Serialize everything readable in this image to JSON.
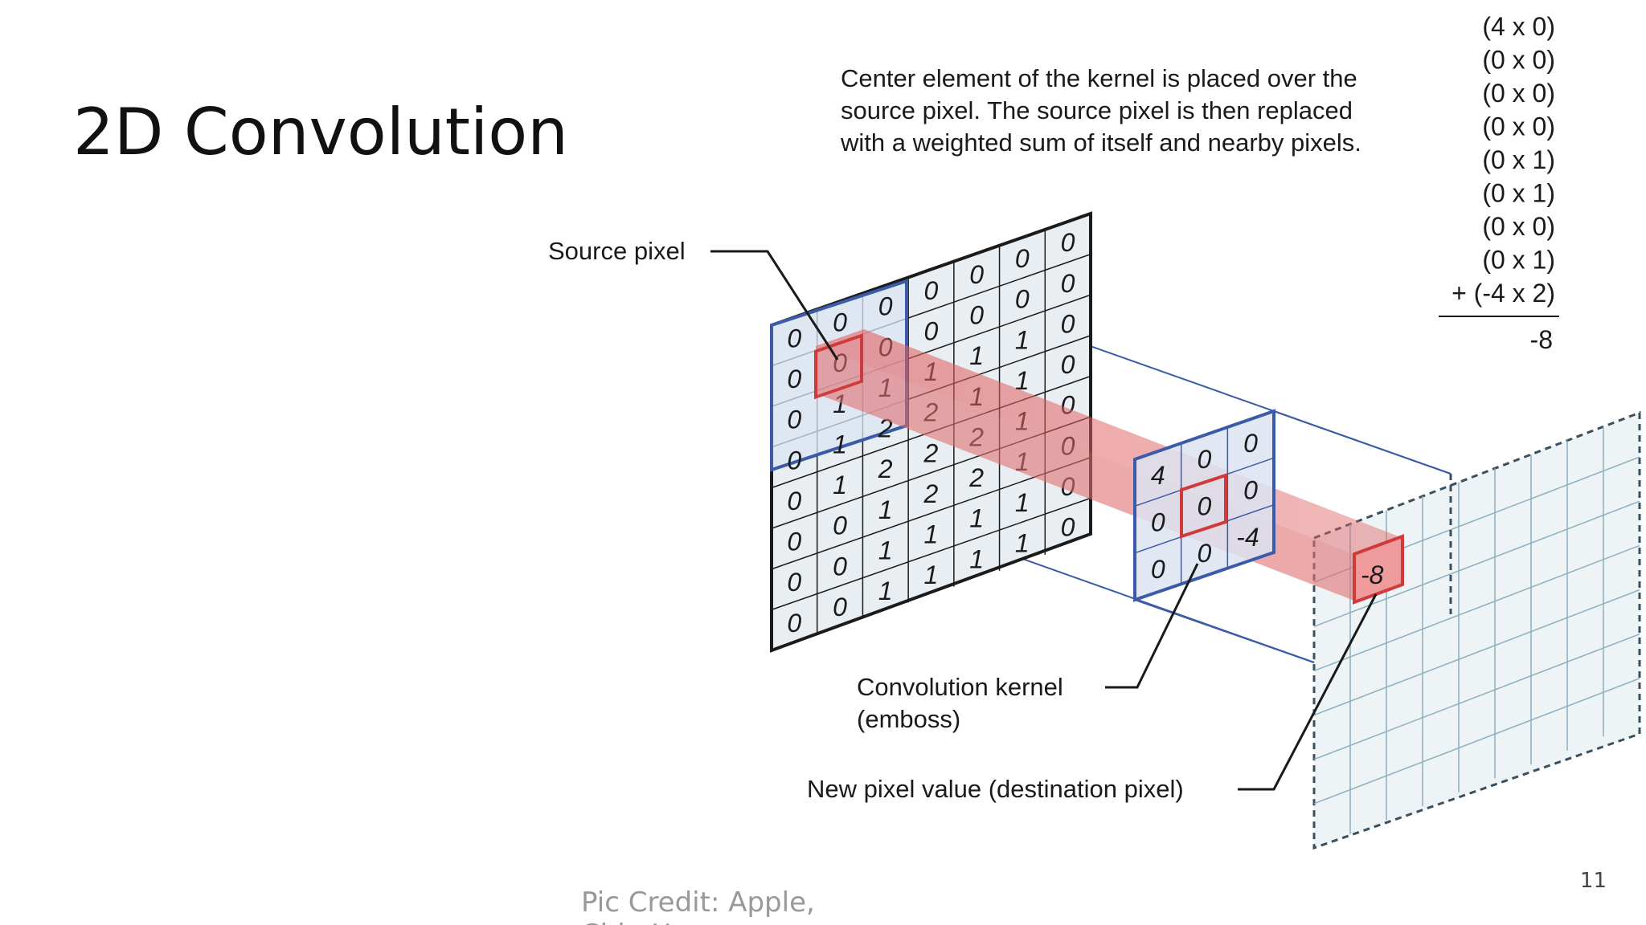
{
  "slide": {
    "title": "2D Convolution",
    "credit": "Pic Credit: Apple, Chip Huyen",
    "page_number": "11"
  },
  "diagram": {
    "description_lines": [
      "Center element of the kernel is placed over the",
      "source pixel. The source pixel is then replaced",
      "with a weighted sum of itself and nearby pixels."
    ],
    "source_pixel_label": "Source pixel",
    "kernel_label_lines": [
      "Convolution kernel",
      "(emboss)"
    ],
    "destination_label": "New pixel value (destination pixel)",
    "equation_terms": [
      "(4 x 0)",
      "(0 x 0)",
      "(0 x 0)",
      "(0 x 0)",
      "(0 x 1)",
      "(0 x 1)",
      "(0 x 0)",
      "(0 x 1)",
      "+ (-4 x 2)"
    ],
    "equation_result": "-8",
    "source_grid": [
      [
        "0",
        "0",
        "0",
        "0",
        "0",
        "0",
        "0"
      ],
      [
        "0",
        "0",
        "0",
        "0",
        "0",
        "0",
        "0"
      ],
      [
        "0",
        "1",
        "1",
        "1",
        "1",
        "1",
        "0"
      ],
      [
        "0",
        "1",
        "2",
        "2",
        "1",
        "1",
        "0"
      ],
      [
        "0",
        "1",
        "2",
        "2",
        "2",
        "1",
        "0"
      ],
      [
        "0",
        "0",
        "1",
        "2",
        "2",
        "1",
        "0"
      ],
      [
        "0",
        "0",
        "1",
        "1",
        "1",
        "1",
        "0"
      ],
      [
        "0",
        "0",
        "1",
        "1",
        "1",
        "1",
        "0"
      ]
    ],
    "kernel": [
      [
        "4",
        "0",
        "0"
      ],
      [
        "0",
        "0",
        "0"
      ],
      [
        "0",
        "0",
        "-4"
      ]
    ],
    "destination_value": "-8",
    "colors": {
      "grid_line": "#1b1b1b",
      "window_border": "#3b5aa8",
      "window_fill": "#dce4f2",
      "source_fill": "#e8eef2",
      "highlight": "#d03a3a",
      "beam": "#e58a8a",
      "dest_grid": "#8ab0c0"
    }
  }
}
